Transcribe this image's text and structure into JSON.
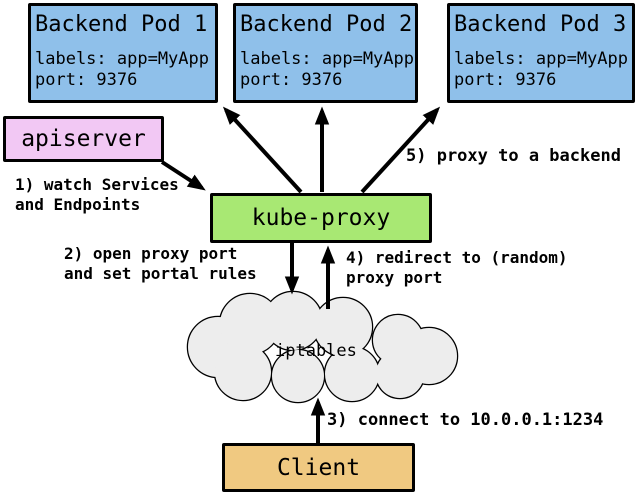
{
  "colors": {
    "pod_fill": "#8FC0EA",
    "apiserver_fill": "#F2C8F4",
    "kube_proxy_fill": "#A8E873",
    "client_fill": "#F0C981",
    "cloud_fill": "#EDEDED",
    "outline": "#000000"
  },
  "pods": [
    {
      "title": "Backend Pod 1",
      "labels_line": "labels: app=MyApp",
      "port_line": "port: 9376"
    },
    {
      "title": "Backend Pod 2",
      "labels_line": "labels: app=MyApp",
      "port_line": "port: 9376"
    },
    {
      "title": "Backend Pod 3",
      "labels_line": "labels: app=MyApp",
      "port_line": "port: 9376"
    }
  ],
  "apiserver": {
    "label": "apiserver"
  },
  "kube_proxy": {
    "label": "kube-proxy"
  },
  "iptables": {
    "label": "iptables"
  },
  "client": {
    "label": "Client"
  },
  "annotations": {
    "step1": "1) watch Services\nand Endpoints",
    "step2": "2) open proxy port\nand set portal rules",
    "step3": "3) connect to 10.0.0.1:1234",
    "step4": "4) redirect to (random)\nproxy port",
    "step5": "5) proxy to a backend"
  }
}
